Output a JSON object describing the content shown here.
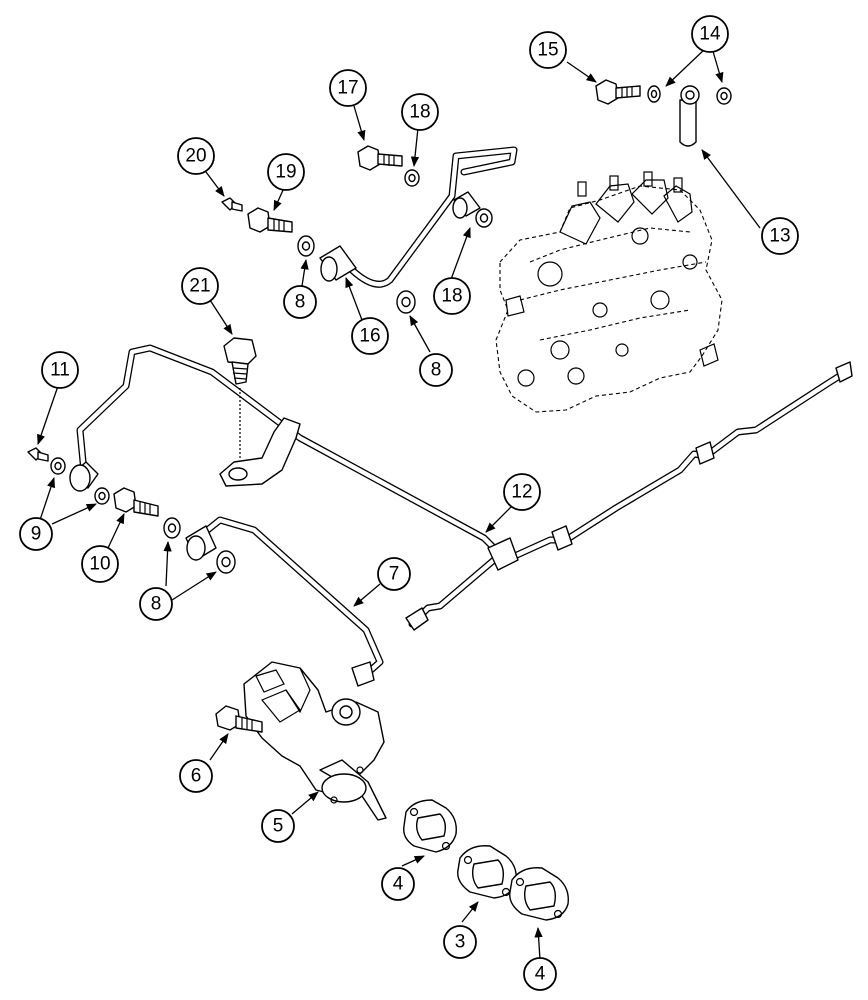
{
  "callouts": [
    {
      "id": "c15",
      "label": "15"
    },
    {
      "id": "c14",
      "label": "14"
    },
    {
      "id": "c13",
      "label": "13"
    },
    {
      "id": "c17",
      "label": "17"
    },
    {
      "id": "c18a",
      "label": "18"
    },
    {
      "id": "c18b",
      "label": "18"
    },
    {
      "id": "c20",
      "label": "20"
    },
    {
      "id": "c19",
      "label": "19"
    },
    {
      "id": "c8a",
      "label": "8"
    },
    {
      "id": "c16",
      "label": "16"
    },
    {
      "id": "c8b",
      "label": "8"
    },
    {
      "id": "c21",
      "label": "21"
    },
    {
      "id": "c11",
      "label": "11"
    },
    {
      "id": "c9",
      "label": "9"
    },
    {
      "id": "c10",
      "label": "10"
    },
    {
      "id": "c8c",
      "label": "8"
    },
    {
      "id": "c12",
      "label": "12"
    },
    {
      "id": "c7",
      "label": "7"
    },
    {
      "id": "c6",
      "label": "6"
    },
    {
      "id": "c5",
      "label": "5"
    },
    {
      "id": "c4a",
      "label": "4"
    },
    {
      "id": "c3",
      "label": "3"
    },
    {
      "id": "c4b",
      "label": "4"
    }
  ]
}
